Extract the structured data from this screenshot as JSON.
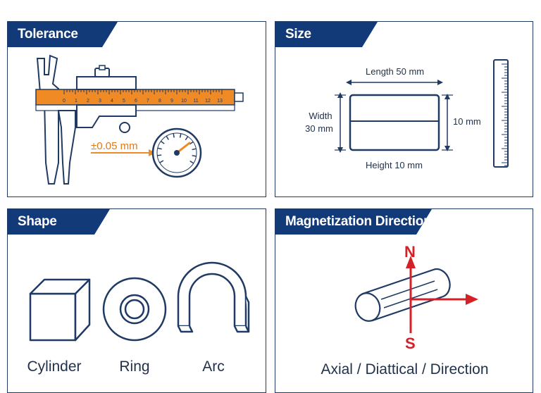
{
  "panels": {
    "tolerance": {
      "title": "Tolerance",
      "tolerance_label": "±0.05 mm"
    },
    "size": {
      "title": "Size",
      "length_label": "Length 50 mm",
      "width_label_line1": "Width",
      "width_label_line2": "30 mm",
      "thickness_label": "10 mm",
      "height_label": "Height 10 mm"
    },
    "shape": {
      "title": "Shape",
      "shapes": [
        {
          "label": "Cylinder",
          "icon": "cube-icon"
        },
        {
          "label": "Ring",
          "icon": "ring-icon"
        },
        {
          "label": "Arc",
          "icon": "arc-icon"
        }
      ]
    },
    "magnetization": {
      "title": "Magnetization Direction",
      "north_label": "N",
      "south_label": "S",
      "caption": "Axial / Diattical / Direction"
    }
  },
  "caliper_scale": [
    "0",
    "1",
    "2",
    "3",
    "4",
    "5",
    "6",
    "7",
    "8",
    "9",
    "10",
    "11",
    "12",
    "13"
  ],
  "colors": {
    "header": "#123a78",
    "accent_orange": "#f08a24",
    "arrow_red": "#d42027",
    "line": "#1f3a63"
  }
}
